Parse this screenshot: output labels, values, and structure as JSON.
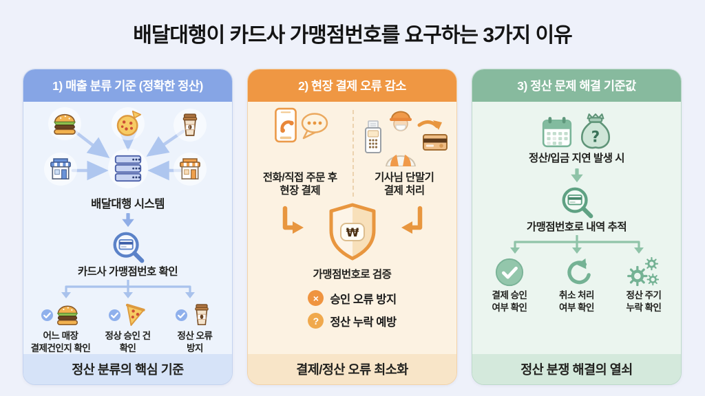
{
  "page": {
    "title": "배달대행이 카드사 가맹점번호를 요구하는 3가지 이유"
  },
  "colors": {
    "blue_accent": "#86a5e5",
    "orange_accent": "#ef9743",
    "green_accent": "#87ba9e"
  },
  "panels": [
    {
      "header": "1) 매출 분류 기준 (정확한 정산)",
      "system_label": "배달대행 시스템",
      "verify_label": "카드사 가맹점번호 확인",
      "checks": [
        "어느 매장\n결제건인지 확인",
        "정상 승인 건\n확인",
        "정산 오류\n방지"
      ],
      "footer": "정산 분류의 핵심 기준"
    },
    {
      "header": "2) 현장 결제 오류 감소",
      "left_label": "전화/직접 주문 후\n현장 결제",
      "right_label": "기사님 단말기\n결제 처리",
      "shield_symbol": "₩",
      "verify_label": "가맹점번호로 검증",
      "bullets": [
        {
          "mark": "×",
          "label": "승인 오류 방지"
        },
        {
          "mark": "?",
          "label": "정산 누락 예방"
        }
      ],
      "footer": "결제/정산 오류 최소화"
    },
    {
      "header": "3) 정산 문제 해결 기준값",
      "delay_label": "정산/입금 지연 발생 시",
      "track_label": "가맹점번호로 내역 추적",
      "checks": [
        "결제 승인\n여부 확인",
        "취소 처리\n여부 확인",
        "정산 주기\n누락 확인"
      ],
      "footer": "정산 분쟁 해결의 열쇠"
    }
  ]
}
